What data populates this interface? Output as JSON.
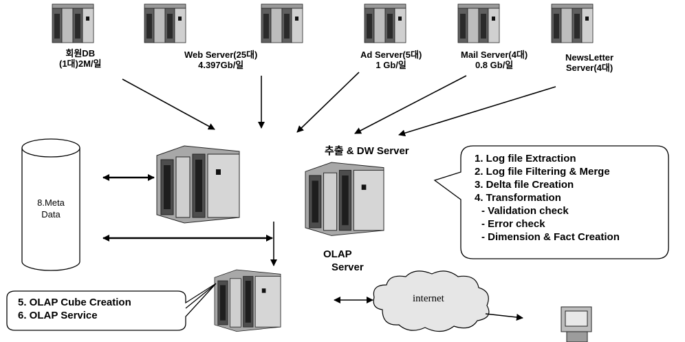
{
  "top_servers": [
    {
      "name": "회원DB",
      "detail": "(1대)2M/일"
    },
    {
      "name": "Web Server(25대)",
      "detail": "4.397Gb/일"
    },
    {
      "name": "Ad Server(5대)",
      "detail": "1 Gb/일"
    },
    {
      "name": "Mail Server(4대)",
      "detail": "0.8 Gb/일"
    },
    {
      "name": "NewsLetter",
      "detail": "Server(4대)"
    }
  ],
  "dw_server_label": "추출 & DW Server",
  "meta_label": [
    "8.Meta",
    "Data"
  ],
  "olap_label": [
    "OLAP",
    "Server"
  ],
  "process_bubble": [
    "1. Log file Extraction",
    "2. Log file Filtering & Merge",
    "3. Delta file Creation",
    "4. Transformation",
    "  - Validation check",
    "  - Error check",
    "  - Dimension & Fact Creation"
  ],
  "olap_bubble": [
    "5. OLAP Cube Creation",
    "6. OLAP Service"
  ],
  "cloud_label": "internet"
}
